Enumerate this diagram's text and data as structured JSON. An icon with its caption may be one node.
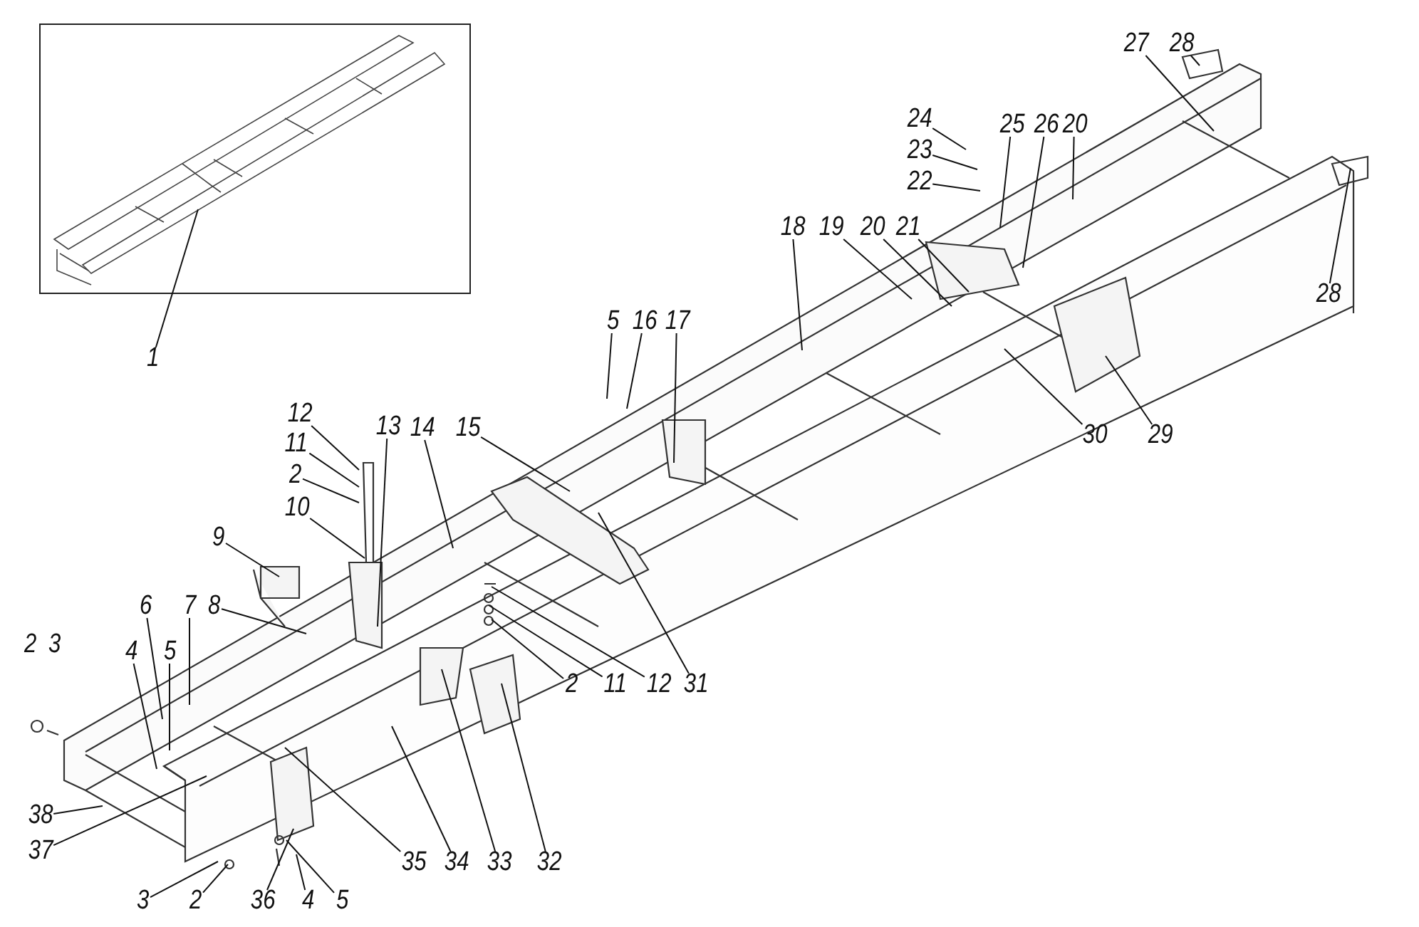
{
  "diagram": {
    "nodes": [
      {
        "text": [
          "1"
        ]
      },
      {
        "text": [
          "24"
        ]
      },
      {
        "text": [
          "23"
        ]
      },
      {
        "text": [
          "22"
        ]
      },
      {
        "text": [
          "27"
        ]
      },
      {
        "text": [
          "28"
        ]
      },
      {
        "text": [
          "25"
        ]
      },
      {
        "text": [
          "26"
        ]
      },
      {
        "text": [
          "20"
        ]
      },
      {
        "text": [
          "18"
        ]
      },
      {
        "text": [
          "19"
        ]
      },
      {
        "text": [
          "20"
        ]
      },
      {
        "text": [
          "21"
        ]
      },
      {
        "text": [
          "28"
        ]
      },
      {
        "text": [
          "5"
        ]
      },
      {
        "text": [
          "16"
        ]
      },
      {
        "text": [
          "17"
        ]
      },
      {
        "text": [
          "12"
        ]
      },
      {
        "text": [
          "13"
        ]
      },
      {
        "text": [
          "14"
        ]
      },
      {
        "text": [
          "15"
        ]
      },
      {
        "text": [
          "30"
        ]
      },
      {
        "text": [
          "29"
        ]
      },
      {
        "text": [
          "11"
        ]
      },
      {
        "text": [
          "2"
        ]
      },
      {
        "text": [
          "10"
        ]
      },
      {
        "text": [
          "9"
        ]
      },
      {
        "text": [
          "6"
        ]
      },
      {
        "text": [
          "7"
        ]
      },
      {
        "text": [
          "8"
        ]
      },
      {
        "text": [
          "4"
        ]
      },
      {
        "text": [
          "5"
        ]
      },
      {
        "text": [
          "2"
        ]
      },
      {
        "text": [
          "11"
        ]
      },
      {
        "text": [
          "12"
        ]
      },
      {
        "text": [
          "31"
        ]
      },
      {
        "text": [
          "38"
        ]
      },
      {
        "text": [
          "37"
        ]
      },
      {
        "text": [
          "35"
        ]
      },
      {
        "text": [
          "34"
        ]
      },
      {
        "text": [
          "33"
        ]
      },
      {
        "text": [
          "32"
        ]
      },
      {
        "text": [
          "3"
        ]
      },
      {
        "text": [
          "2"
        ]
      },
      {
        "text": [
          "36"
        ]
      },
      {
        "text": [
          "4"
        ]
      },
      {
        "text": [
          "5"
        ]
      }
    ],
    "edges": [
      {
        "from": 0,
        "to": null,
        "arrow": "none"
      },
      {
        "from": 1,
        "to": null,
        "arrow": "none"
      },
      {
        "from": 2,
        "to": null,
        "arrow": "none"
      },
      {
        "from": 3,
        "to": null,
        "arrow": "none"
      },
      {
        "from": 4,
        "to": null,
        "arrow": "none"
      },
      {
        "from": 5,
        "to": null,
        "arrow": "none"
      },
      {
        "from": 6,
        "to": null,
        "arrow": "none"
      },
      {
        "from": 7,
        "to": null,
        "arrow": "none"
      },
      {
        "from": 8,
        "to": null,
        "arrow": "none"
      },
      {
        "from": 9,
        "to": null,
        "arrow": "none"
      },
      {
        "from": 10,
        "to": null,
        "arrow": "none"
      },
      {
        "from": 11,
        "to": null,
        "arrow": "none"
      },
      {
        "from": 12,
        "to": null,
        "arrow": "none"
      },
      {
        "from": 13,
        "to": null,
        "arrow": "none"
      },
      {
        "from": 14,
        "to": null,
        "arrow": "none"
      },
      {
        "from": 15,
        "to": null,
        "arrow": "none"
      },
      {
        "from": 16,
        "to": null,
        "arrow": "none"
      },
      {
        "from": 17,
        "to": null,
        "arrow": "none"
      },
      {
        "from": 18,
        "to": null,
        "arrow": "none"
      },
      {
        "from": 19,
        "to": null,
        "arrow": "none"
      },
      {
        "from": 20,
        "to": null,
        "arrow": "none"
      },
      {
        "from": 21,
        "to": null,
        "arrow": "none"
      },
      {
        "from": 22,
        "to": null,
        "arrow": "none"
      },
      {
        "from": 23,
        "to": null,
        "arrow": "none"
      },
      {
        "from": 24,
        "to": null,
        "arrow": "none"
      },
      {
        "from": 25,
        "to": null,
        "arrow": "none"
      },
      {
        "from": 26,
        "to": null,
        "arrow": "none"
      },
      {
        "from": 27,
        "to": null,
        "arrow": "none"
      },
      {
        "from": 28,
        "to": null,
        "arrow": "none"
      },
      {
        "from": 29,
        "to": null,
        "arrow": "none"
      },
      {
        "from": 30,
        "to": null,
        "arrow": "none"
      },
      {
        "from": 31,
        "to": null,
        "arrow": "none"
      },
      {
        "from": 32,
        "to": null,
        "arrow": "none"
      },
      {
        "from": 33,
        "to": null,
        "arrow": "none"
      },
      {
        "from": 34,
        "to": null,
        "arrow": "none"
      },
      {
        "from": 35,
        "to": null,
        "arrow": "none"
      },
      {
        "from": 36,
        "to": null,
        "arrow": "none"
      },
      {
        "from": 37,
        "to": null,
        "arrow": "none"
      },
      {
        "from": 38,
        "to": null,
        "arrow": "none"
      },
      {
        "from": 39,
        "to": null,
        "arrow": "none"
      },
      {
        "from": 40,
        "to": null,
        "arrow": "none"
      },
      {
        "from": 41,
        "to": null,
        "arrow": "none"
      },
      {
        "from": 42,
        "to": null,
        "arrow": "none"
      },
      {
        "from": 43,
        "to": null,
        "arrow": "none"
      },
      {
        "from": 44,
        "to": null,
        "arrow": "none"
      },
      {
        "from": 45,
        "to": null,
        "arrow": "none"
      },
      {
        "from": 46,
        "to": null,
        "arrow": "none"
      }
    ],
    "labels": [
      "2",
      "3"
    ]
  }
}
